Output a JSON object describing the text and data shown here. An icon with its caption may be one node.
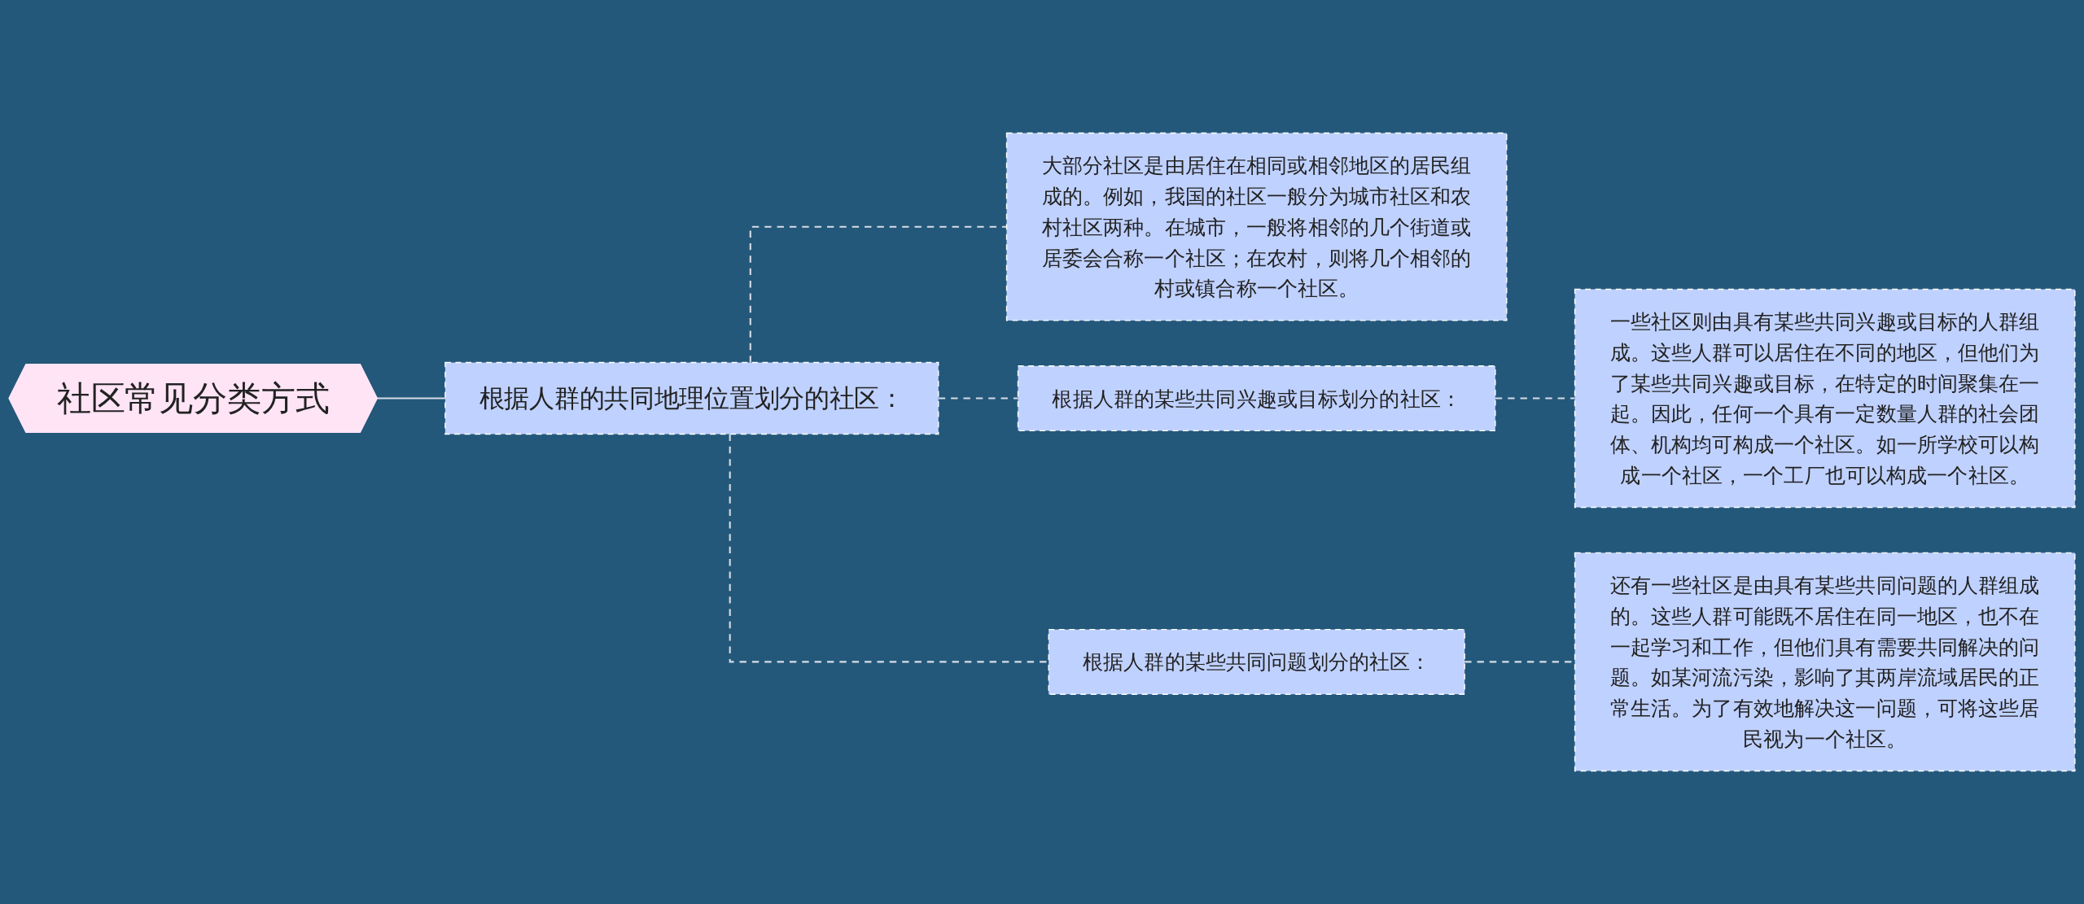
{
  "diagram": {
    "nodes": [
      {
        "text": [
          "社区常见分类方式"
        ]
      },
      {
        "text": [
          "根据人群的共同地理位置划分的社区："
        ]
      },
      {
        "text": [
          "大部分社区是由居住在相同或相邻地区的居民组成的。例如，我国的社区一般分为城市社区和农村社区两种。在城市，一般将相邻的几个街道或居委会合称一个社区；在农村，则将几个相邻的村或镇合称一个社区。"
        ]
      },
      {
        "text": [
          "根据人群的某些共同兴趣或目标划分的社区："
        ]
      },
      {
        "text": [
          "一些社区则由具有某些共同兴趣或目标的人群组成。这些人群可以居住在不同的地区，但他们为了某些共同兴趣或目标，在特定的时间聚集在一起。因此，任何一个具有一定数量人群的社会团体、机构均可构成一个社区。如一所学校可以构成一个社区，一个工厂也可以构成一个社区。"
        ]
      },
      {
        "text": [
          "根据人群的某些共同问题划分的社区："
        ]
      },
      {
        "text": [
          "还有一些社区是由具有某些共同问题的人群组成的。这些人群可能既不居住在同一地区，也不在一起学习和工作，但他们具有需要共同解决的问题。如某河流污染，影响了其两岸流域居民的正常生活。为了有效地解决这一问题，可将这些居民视为一个社区。"
        ]
      }
    ],
    "edges": [
      {
        "from": 0,
        "to": 1,
        "arrow": "none"
      },
      {
        "from": 1,
        "to": 2,
        "arrow": "none",
        "style": "dashed"
      },
      {
        "from": 1,
        "to": 3,
        "arrow": "none",
        "style": "dashed"
      },
      {
        "from": 3,
        "to": 4,
        "arrow": "none",
        "style": "dashed"
      },
      {
        "from": 1,
        "to": 5,
        "arrow": "none",
        "style": "dashed"
      },
      {
        "from": 5,
        "to": 6,
        "arrow": "none",
        "style": "dashed"
      }
    ]
  }
}
